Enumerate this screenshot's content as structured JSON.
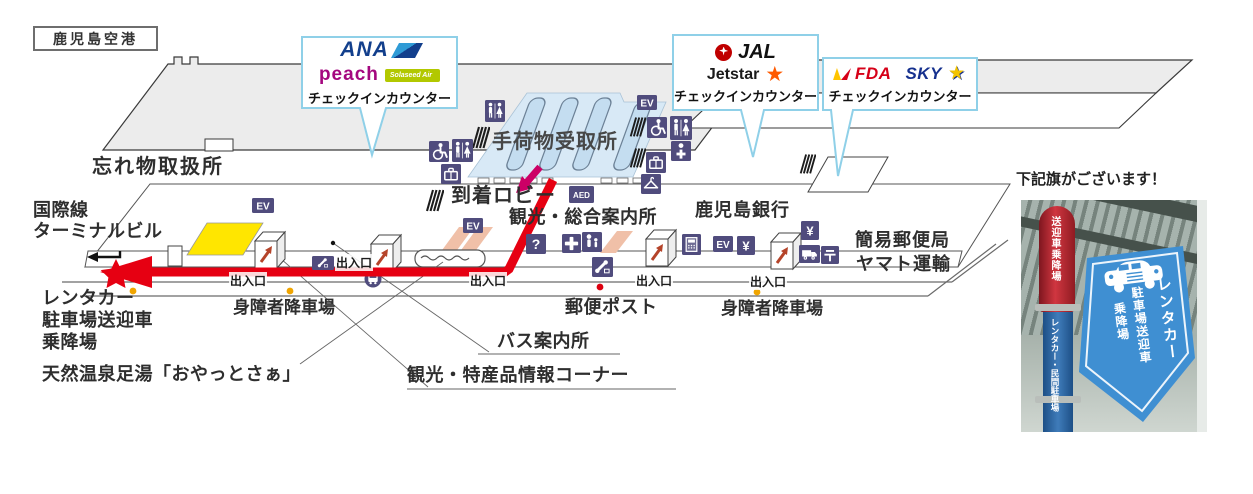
{
  "title": "鹿児島空港",
  "callouts": {
    "ana": {
      "airline1": "ANA",
      "airline2": "peach",
      "airline3": "Solaseed Air",
      "label": "チェックインカウンター"
    },
    "jal": {
      "airline1": "JAL",
      "airline2": "Jetstar",
      "label": "チェックインカウンター"
    },
    "fda": {
      "airline1": "FDA",
      "airline2": "SKY",
      "label": "チェックインカウンター"
    }
  },
  "map": {
    "lost_and_found": "忘れ物取扱所",
    "baggage_claim": "手荷物受取所",
    "arrival_lobby": "到着ロビー",
    "tourist_info": "観光・総合案内所",
    "bank": "鹿児島銀行",
    "post_office": "簡易郵便局",
    "yamato": "ヤマト運輸",
    "intl_terminal_1": "国際線",
    "intl_terminal_2": "ターミナルビル",
    "rentacar_1": "レンタカー",
    "rentacar_2": "駐車場送迎車",
    "rentacar_3": "乗降場",
    "disabled_dropoff": "身障者降車場",
    "mail_post": "郵便ポスト",
    "bus_info": "バス案内所",
    "tourism_corner": "観光・特産品情報コーナー",
    "footbath": "天然温泉足湯「おやっとさぁ」",
    "exit": "出入口"
  },
  "icons": {
    "elevator": "EV",
    "aed": "AED",
    "yen": "¥",
    "question": "?",
    "postal_mark": "〒"
  },
  "photo": {
    "caption": "下記旗がございます！",
    "pole_top": "送迎車乗降場",
    "pole_bottom": "レンタカー・民間駐車場",
    "flag_1": "レンタカー",
    "flag_2": "駐車場送迎車",
    "flag_3": "乗降場"
  },
  "colors": {
    "accent_red": "#e60012",
    "icon_purple": "#504c7d",
    "baggage_blue": "#d8e9f6",
    "highlight_yellow": "#ffe600",
    "callout_border": "#8fd0e8",
    "flag_blue": "#3f8fd2"
  }
}
